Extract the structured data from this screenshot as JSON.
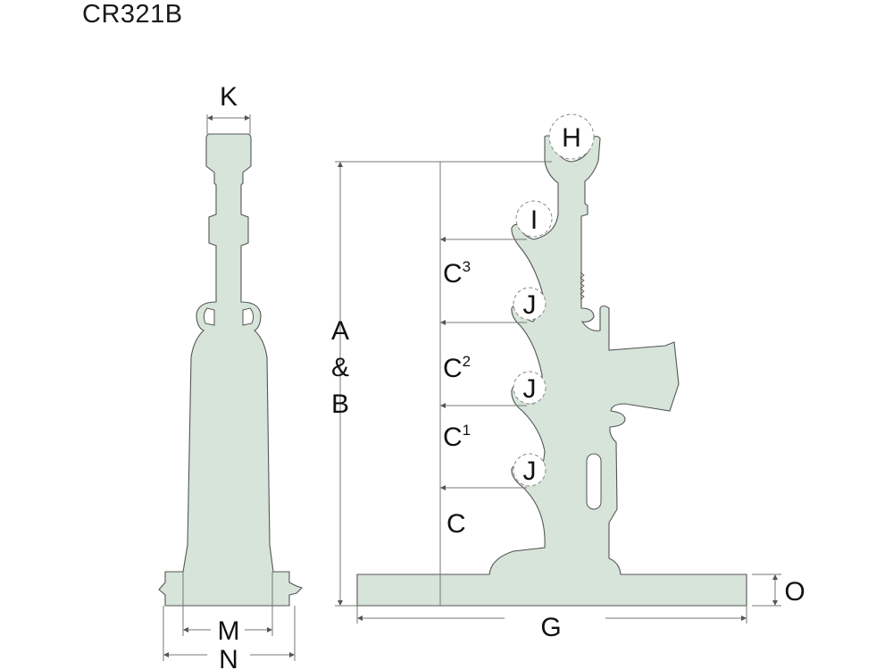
{
  "title": "CR321B",
  "colors": {
    "part_fill": "#d6e4da",
    "outline": "#555555",
    "dimension_line": "#777777"
  },
  "labels": {
    "K": "K",
    "M": "M",
    "N": "N",
    "H": "H",
    "I": "I",
    "J": "J",
    "A": "A",
    "amp": "&",
    "B": "B",
    "C": "C",
    "sup3": "3",
    "sup2": "2",
    "sup1": "1",
    "G": "G",
    "O": "O"
  }
}
